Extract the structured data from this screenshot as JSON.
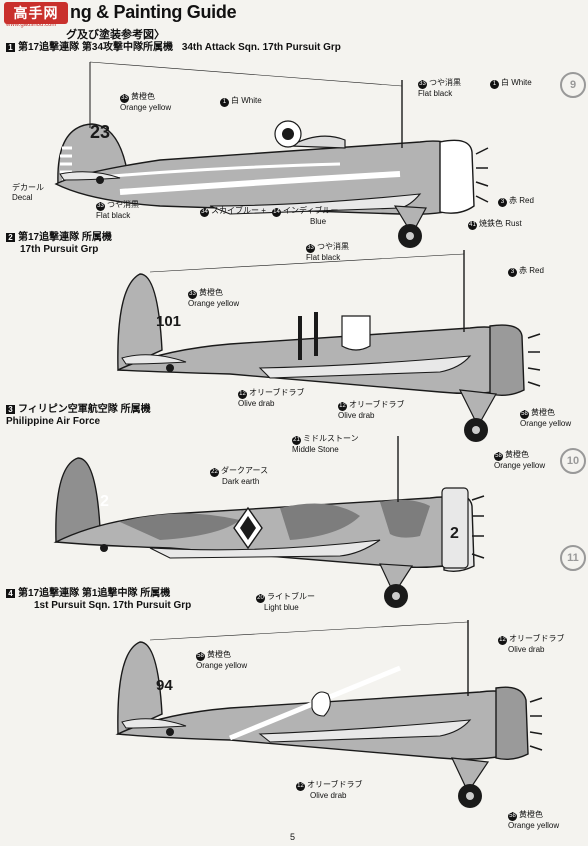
{
  "header": {
    "logo": "高手网",
    "logo_url": "www.gaoshou.com",
    "title": "ng & Painting Guide",
    "subtitle": "グ及び塗装参考図〉"
  },
  "page_number": "5",
  "side_numbers": [
    "9",
    "10",
    "11"
  ],
  "colors": {
    "fuselage": "#b3b3b3",
    "fuselage_dark": "#8f8f8f",
    "outline": "#1a1a1a",
    "wing_light": "#e8e8e8",
    "camo_dark": "#7d7d7d"
  },
  "sections": [
    {
      "jp_title": "第17追撃連隊 第34攻撃中隊所属機",
      "en_title": "34th Attack Sqn. 17th Pursuit Grp",
      "number": "1",
      "tail_code": "23",
      "callouts": [
        {
          "num": "33",
          "jp": "黄橙色",
          "en": "Orange yellow"
        },
        {
          "num": "1",
          "jp": "白",
          "en": "White"
        },
        {
          "num": "33",
          "jp": "つや消黒",
          "en": "Flat black"
        },
        {
          "num": "1",
          "jp": "白",
          "en": "White"
        },
        {
          "num": "3",
          "jp": "赤",
          "en": "Red"
        },
        {
          "num": "41",
          "jp": "焼鉄色",
          "en": "Rust"
        },
        {
          "num": "",
          "jp": "デカール",
          "en": "Decal"
        },
        {
          "num": "33",
          "jp": "つや消黒",
          "en": "Flat black"
        },
        {
          "num": "34",
          "jp": "スカイブルー",
          "en": ""
        },
        {
          "num": "14",
          "jp": "インディブルー",
          "en": "Blue"
        },
        {
          "num": "33",
          "jp": "つや消黒",
          "en": "Flat black"
        }
      ],
      "plus": "+"
    },
    {
      "jp_title": "第17追撃連隊 所属機",
      "en_title": "17th Pursuit Grp",
      "number": "2",
      "tail_code": "101",
      "callouts": [
        {
          "num": "33",
          "jp": "黄橙色",
          "en": "Orange yellow"
        },
        {
          "num": "3",
          "jp": "赤",
          "en": "Red"
        },
        {
          "num": "12",
          "jp": "オリーブドラブ",
          "en": "Olive drab"
        },
        {
          "num": "12",
          "jp": "オリーブドラブ",
          "en": "Olive drab"
        },
        {
          "num": "58",
          "jp": "黄橙色",
          "en": "Orange yellow"
        }
      ]
    },
    {
      "jp_title": "フィリピン空軍航空隊 所属機",
      "en_title": "Philippine Air Force",
      "number": "3",
      "tail_code": "2",
      "cowl_code": "2",
      "callouts": [
        {
          "num": "21",
          "jp": "ミドルストーン",
          "en": "Middle Stone"
        },
        {
          "num": "22",
          "jp": "ダークアース",
          "en": "Dark earth"
        },
        {
          "num": "58",
          "jp": "黄橙色",
          "en": "Orange yellow"
        },
        {
          "num": "20",
          "jp": "ライトブルー",
          "en": "Light blue"
        }
      ]
    },
    {
      "jp_title": "第17追撃連隊 第1追撃中隊 所属機",
      "en_title": "1st Pursuit Sqn. 17th Pursuit Grp",
      "number": "4",
      "tail_code": "94",
      "callouts": [
        {
          "num": "58",
          "jp": "黄橙色",
          "en": "Orange yellow"
        },
        {
          "num": "12",
          "jp": "オリーブドラブ",
          "en": "Olive drab"
        },
        {
          "num": "12",
          "jp": "オリーブドラブ",
          "en": "Olive drab"
        },
        {
          "num": "58",
          "jp": "黄橙色",
          "en": "Orange yellow"
        }
      ]
    }
  ]
}
